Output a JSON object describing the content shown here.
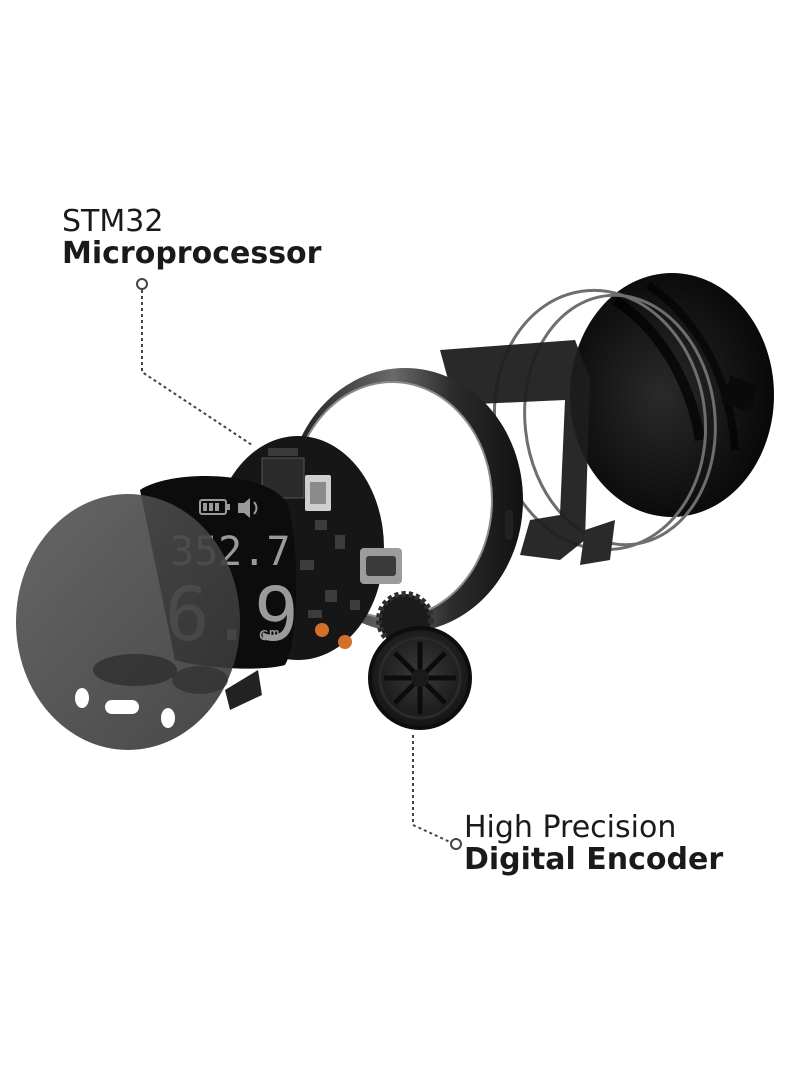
{
  "labels": {
    "processor": {
      "line1": "STM32",
      "line2": "Microprocessor"
    },
    "encoder": {
      "line1": "High Precision",
      "line2": "Digital Encoder"
    }
  },
  "display": {
    "reading_top": "352.7",
    "reading_big": "6.9",
    "unit": "cm"
  },
  "icons": [
    "battery-icon",
    "sound-icon"
  ],
  "colors": {
    "background": "#ffffff",
    "parts": "#1c1c1c",
    "ring": "#3a3a3a",
    "lens": "#4a4a4a",
    "text": "#1a1a1a",
    "accent_button": "#d2702a"
  }
}
